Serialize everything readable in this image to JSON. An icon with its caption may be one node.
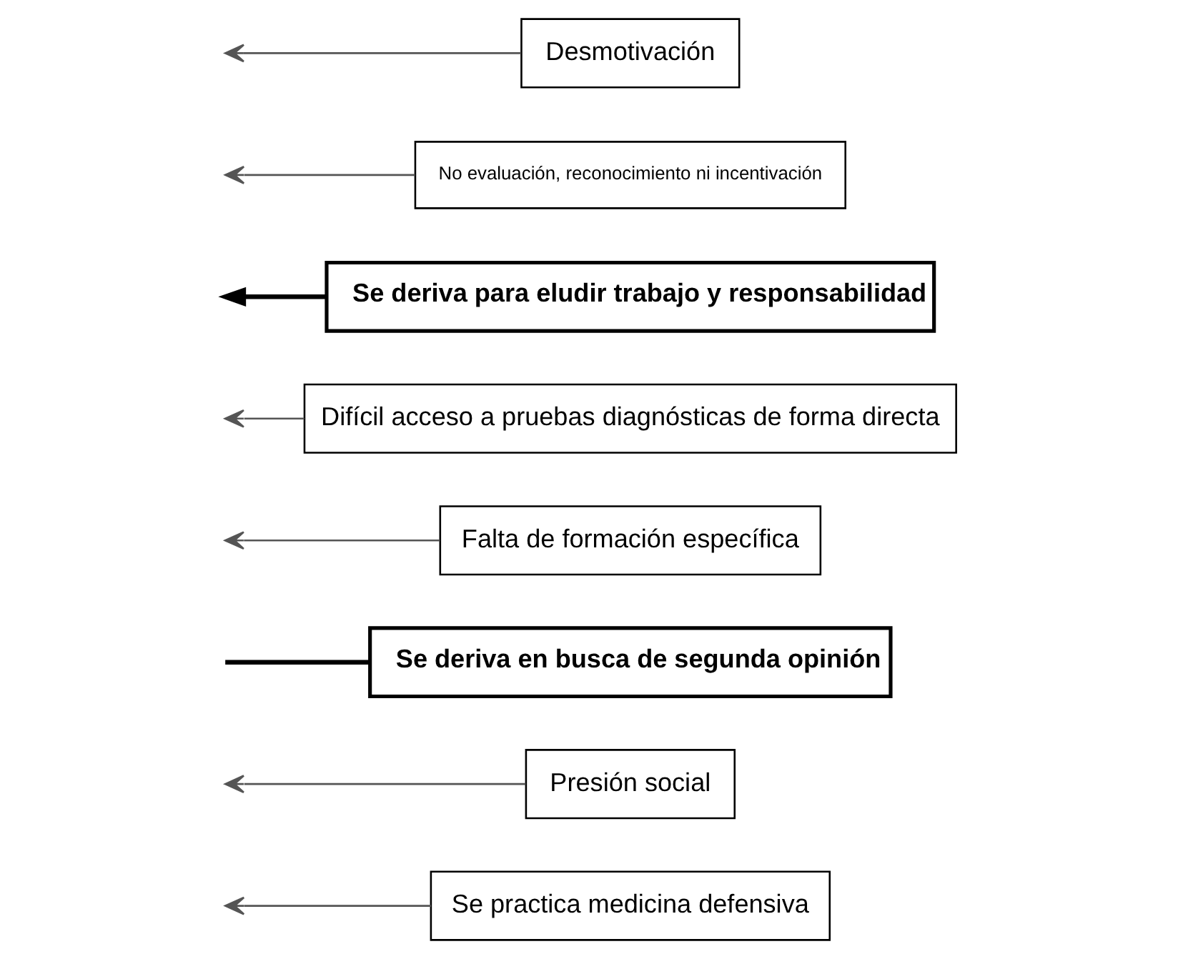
{
  "diagram": {
    "nodes": [
      {
        "text": [
          "Se practica medicina defensiva"
        ]
      },
      {
        "text": [
          "Presión social"
        ]
      },
      {
        "text": [
          "Se deriva en busca de segunda opinión"
        ]
      },
      {
        "text": [
          "Falta de formación específica"
        ]
      },
      {
        "text": [
          "Difícil acceso a pruebas diagnósticas de forma directa"
        ]
      },
      {
        "text": [
          "Se deriva para eludir trabajo y responsabilidad"
        ]
      },
      {
        "text": [
          "No evaluación, reconocimiento ni incentivación"
        ]
      },
      {
        "text": [
          "Desmotivación"
        ]
      }
    ],
    "edges": [
      {
        "from": 2,
        "to": null,
        "arrow": "none",
        "style": "thick"
      },
      {
        "from": 0,
        "to": null,
        "arrow": "to"
      },
      {
        "from": 1,
        "to": null,
        "arrow": "to"
      },
      {
        "from": 3,
        "to": null,
        "arrow": "to"
      },
      {
        "from": 4,
        "to": null,
        "arrow": "to"
      },
      {
        "from": 5,
        "to": null,
        "arrow": "to",
        "style": "thick"
      },
      {
        "from": 6,
        "to": null,
        "arrow": "to"
      },
      {
        "from": 7,
        "to": null,
        "arrow": "to"
      }
    ]
  }
}
